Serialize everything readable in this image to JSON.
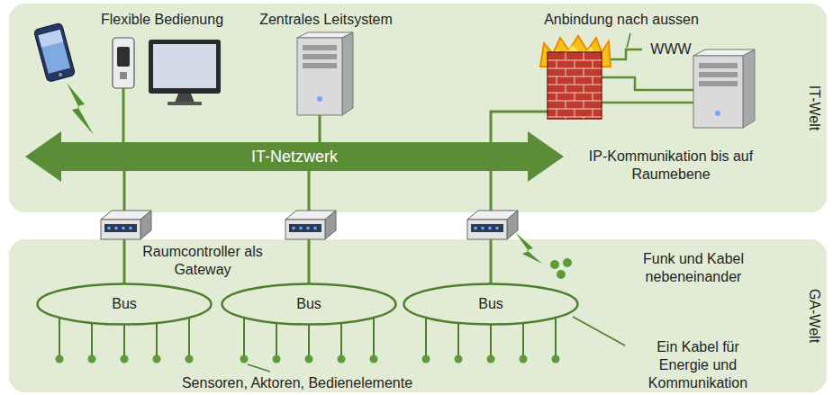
{
  "diagram": {
    "nodes": [
      {
        "text": [
          "IT-Welt"
        ]
      },
      {
        "text": [
          "IT-Netzwerk"
        ],
        "in": 0
      },
      {
        "text": [
          "GA-Welt"
        ]
      },
      {
        "text": [
          "Bus"
        ],
        "in": 2
      },
      {
        "text": [
          "Bus"
        ],
        "in": 2
      },
      {
        "text": [
          "Bus"
        ],
        "in": 2
      }
    ],
    "edges": [
      {
        "from": 1,
        "to": 3,
        "arrow": "none"
      },
      {
        "from": 1,
        "to": 4,
        "arrow": "none"
      },
      {
        "from": 1,
        "to": 5,
        "arrow": "none"
      }
    ],
    "labels": [
      "Flexible Bedienung",
      "Zentrales Leitsystem",
      "Anbindung nach aussen",
      "WWW",
      "IP-Kommunikation bis auf Raumebene",
      "Raumcontroller als Gateway",
      "Funk und Kabel nebeneinander",
      "Ein Kabel für Energie und Kommunikation",
      "Sensoren, Aktoren, Bedienelemente"
    ]
  }
}
